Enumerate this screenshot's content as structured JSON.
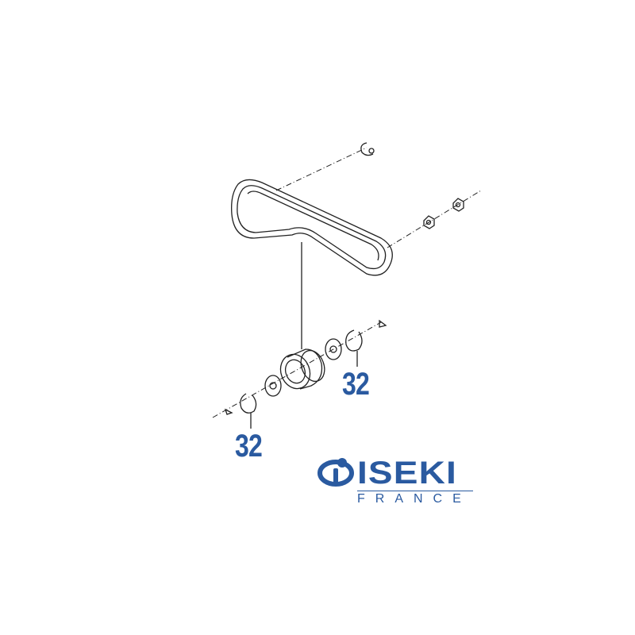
{
  "callouts": [
    {
      "label": "32"
    },
    {
      "label": "32"
    }
  ],
  "logo": {
    "name": "ISEKI",
    "subtitle": "FRANCE",
    "color": "#2a5aa0"
  },
  "colors": {
    "line": "#222222",
    "accent": "#2a5aa0"
  }
}
